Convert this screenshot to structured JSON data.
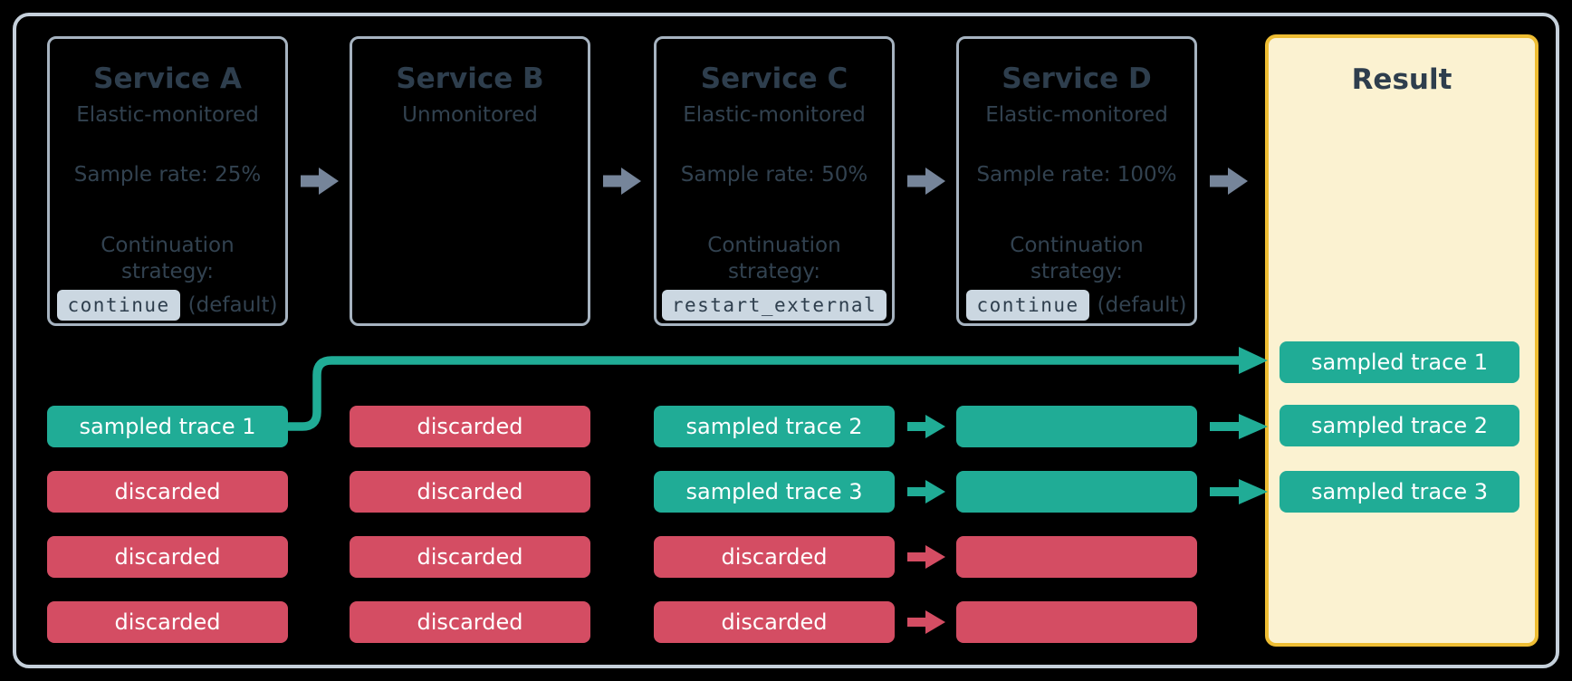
{
  "colors": {
    "background": "#000000",
    "frame_border": "#C5D0DB",
    "service_border": "#A6B3C0",
    "text_dark": "#2E3E4D",
    "text_body": "#324250",
    "arrow_gray": "#76859A",
    "teal": "#20AC96",
    "red": "#D44D63",
    "result_bg": "#FBF2D1",
    "result_border": "#EEBD33",
    "badge_bg": "#CBD7E1",
    "trace_text": "#FFFFFF"
  },
  "services": [
    {
      "title": "Service A",
      "subtitle": "Elastic-monitored",
      "sample_rate": "Sample rate: 25%",
      "strategy_label": "Continuation strategy:",
      "strategy_value": "continue",
      "strategy_suffix": "(default)"
    },
    {
      "title": "Service B",
      "subtitle": "Unmonitored",
      "sample_rate": "",
      "strategy_label": "",
      "strategy_value": "",
      "strategy_suffix": ""
    },
    {
      "title": "Service C",
      "subtitle": "Elastic-monitored",
      "sample_rate": "Sample rate: 50%",
      "strategy_label": "Continuation strategy:",
      "strategy_value": "restart_external",
      "strategy_suffix": ""
    },
    {
      "title": "Service D",
      "subtitle": "Elastic-monitored",
      "sample_rate": "Sample rate: 100%",
      "strategy_label": "Continuation strategy:",
      "strategy_value": "continue",
      "strategy_suffix": "(default)"
    }
  ],
  "trace_columns": [
    {
      "service": "Service A",
      "traces": [
        {
          "label": "sampled trace 1",
          "status": "sampled"
        },
        {
          "label": "discarded",
          "status": "discarded"
        },
        {
          "label": "discarded",
          "status": "discarded"
        },
        {
          "label": "discarded",
          "status": "discarded"
        }
      ]
    },
    {
      "service": "Service B",
      "traces": [
        {
          "label": "discarded",
          "status": "discarded"
        },
        {
          "label": "discarded",
          "status": "discarded"
        },
        {
          "label": "discarded",
          "status": "discarded"
        },
        {
          "label": "discarded",
          "status": "discarded"
        }
      ]
    },
    {
      "service": "Service C",
      "traces": [
        {
          "label": "sampled trace 2",
          "status": "sampled"
        },
        {
          "label": "sampled trace 3",
          "status": "sampled"
        },
        {
          "label": "discarded",
          "status": "discarded"
        },
        {
          "label": "discarded",
          "status": "discarded"
        }
      ]
    },
    {
      "service": "Service D",
      "traces": [
        {
          "label": "",
          "status": "sampled"
        },
        {
          "label": "",
          "status": "sampled"
        },
        {
          "label": "",
          "status": "discarded"
        },
        {
          "label": "",
          "status": "discarded"
        }
      ]
    }
  ],
  "result": {
    "title": "Result",
    "traces": [
      {
        "label": "sampled trace 1",
        "status": "sampled"
      },
      {
        "label": "sampled trace 2",
        "status": "sampled"
      },
      {
        "label": "sampled trace 3",
        "status": "sampled"
      }
    ]
  }
}
